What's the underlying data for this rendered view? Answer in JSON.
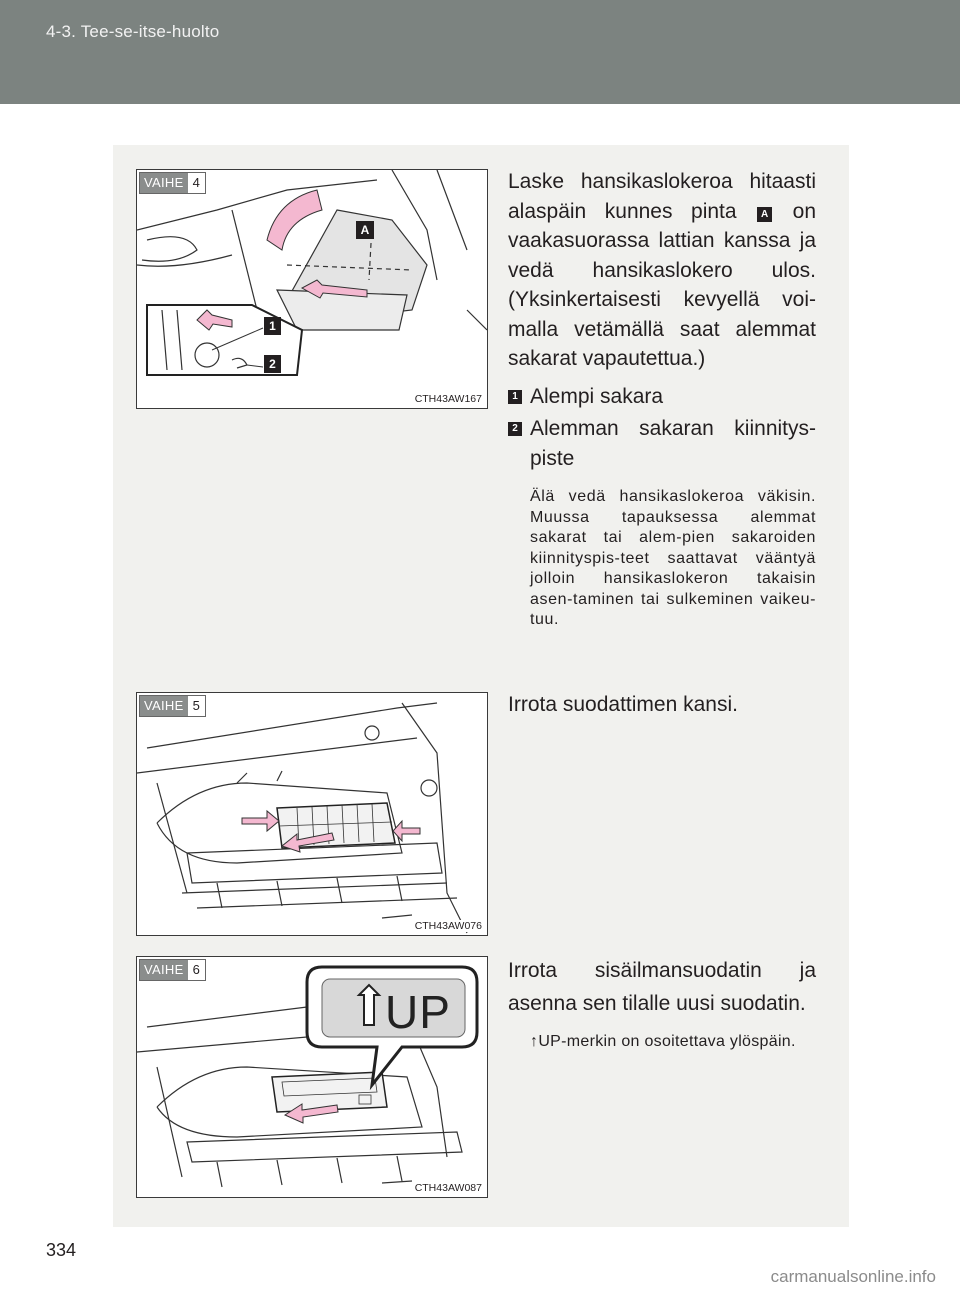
{
  "header": {
    "section": "4-3. Tee-se-itse-huolto"
  },
  "steps": [
    {
      "step_word": "VAIHE",
      "step_number": "4",
      "figure_code": "CTH43AW167",
      "callouts": {
        "surface": "A",
        "item1": "1",
        "item2": "2"
      },
      "text_before_marker": "Laske hansikaslokeroa hitaasti alaspäin kunnes pinta",
      "text_after_marker": "on vaakasuorassa lattian kanssa ja vedä hansikaslokero ulos. (Yksinkertaisesti kevyellä voi-malla vetämällä saat alemmat sakarat vapautettua.)",
      "list": [
        {
          "marker": "1",
          "text": "Alempi sakara"
        },
        {
          "marker": "2",
          "text": "Alemman sakaran kiinnitys-piste"
        }
      ],
      "note": "Älä vedä hansikaslokeroa väkisin. Muussa tapauksessa alemmat sakarat tai alem-pien sakaroiden kiinnityspis-teet saattavat vääntyä jolloin hansikaslokeron takaisin asen-taminen tai sulkeminen vaikeu-tuu."
    },
    {
      "step_word": "VAIHE",
      "step_number": "5",
      "figure_code": "CTH43AW076",
      "text": "Irrota suodattimen kansi."
    },
    {
      "step_word": "VAIHE",
      "step_number": "6",
      "figure_code": "CTH43AW087",
      "up_label": "UP",
      "text": "Irrota sisäilmansuodatin ja asenna sen tilalle uusi suodatin.",
      "note": "UP-merkin on osoitettava ylöspäin."
    }
  ],
  "page_number": "334",
  "watermark": "carmanualsonline.info",
  "colors": {
    "header_bg": "#7c8380",
    "panel_bg": "#f1f1ee",
    "arrow_pink": "#f4b8d0"
  }
}
